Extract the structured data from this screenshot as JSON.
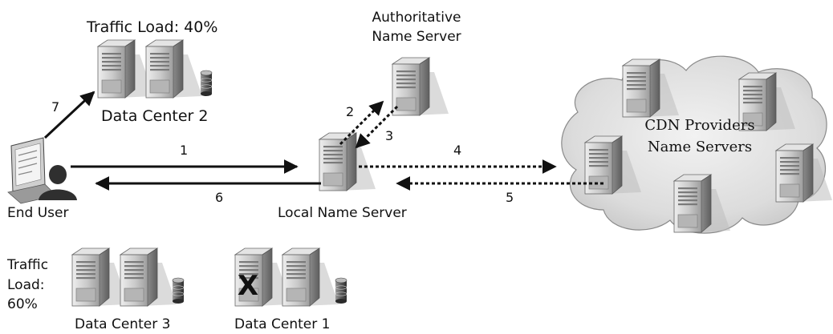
{
  "labels": {
    "traffic_load_dc2": "Traffic Load: 40%",
    "authoritative_line1": "Authoritative",
    "authoritative_line2": "Name Server",
    "data_center_2": "Data Center 2",
    "end_user": "End User",
    "local_name_server": "Local Name Server",
    "cdn_line1": "CDN Providers",
    "cdn_line2": "Name Servers",
    "traffic_dc3_line1": "Traffic",
    "traffic_dc3_line2": "Load:",
    "traffic_dc3_line3": "60%",
    "data_center_3": "Data Center 3",
    "data_center_1": "Data Center 1",
    "failed_mark": "X"
  },
  "steps": {
    "s1": "1",
    "s2": "2",
    "s3": "3",
    "s4": "4",
    "s5": "5",
    "s6": "6",
    "s7": "7"
  },
  "colors": {
    "server_light": "#d0d0d0",
    "server_mid": "#a6a6a6",
    "server_dark": "#6e6e6e",
    "cloud_fill": "#d9d9d9",
    "arrow": "#111111"
  },
  "icons": {
    "server": "server-tower-icon",
    "disk": "database-cylinder-icon",
    "computer": "desktop-computer-icon",
    "user": "user-icon",
    "cloud": "cloud-icon"
  }
}
